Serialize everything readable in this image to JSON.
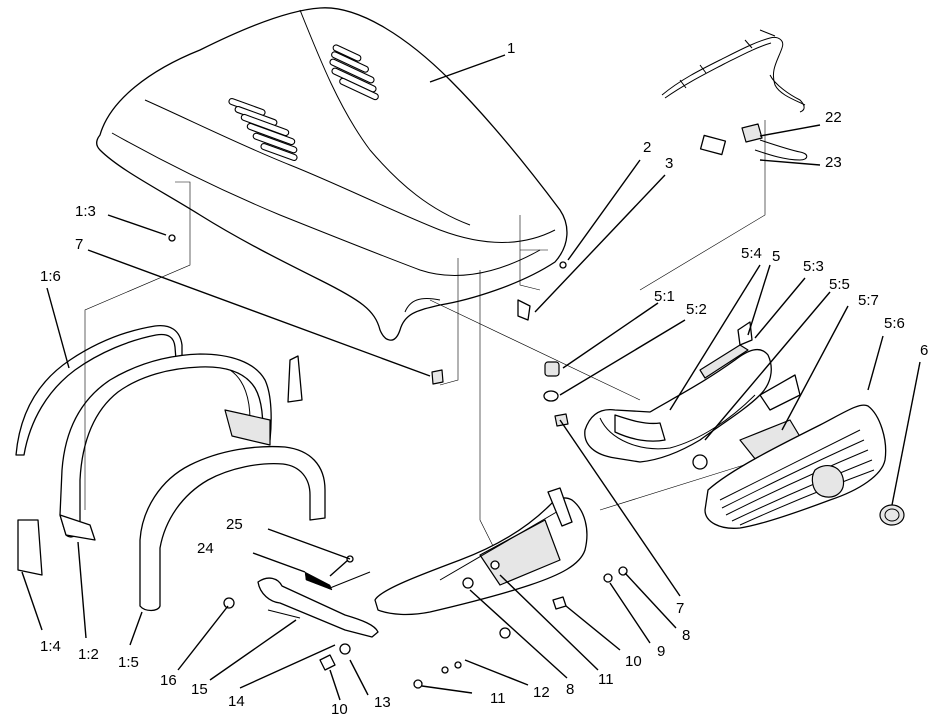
{
  "diagram": {
    "labels": {
      "l1": "1",
      "l2": "2",
      "l3": "3",
      "l1_3": "1:3",
      "l7a": "7",
      "l1_6": "1:6",
      "l22": "22",
      "l23": "23",
      "l5_4": "5:4",
      "l5": "5",
      "l5_3": "5:3",
      "l5_1": "5:1",
      "l5_2": "5:2",
      "l5_5": "5:5",
      "l5_7": "5:7",
      "l5_6": "5:6",
      "l6": "6",
      "l25": "25",
      "l24": "24",
      "l1_4": "1:4",
      "l1_2": "1:2",
      "l1_5": "1:5",
      "l16": "16",
      "l15": "15",
      "l14": "14",
      "l10a": "10",
      "l13": "13",
      "l11a": "11",
      "l12": "12",
      "l8a": "8",
      "l11b": "11",
      "l10b": "10",
      "l9": "9",
      "l8b": "8",
      "l7b": "7"
    }
  }
}
